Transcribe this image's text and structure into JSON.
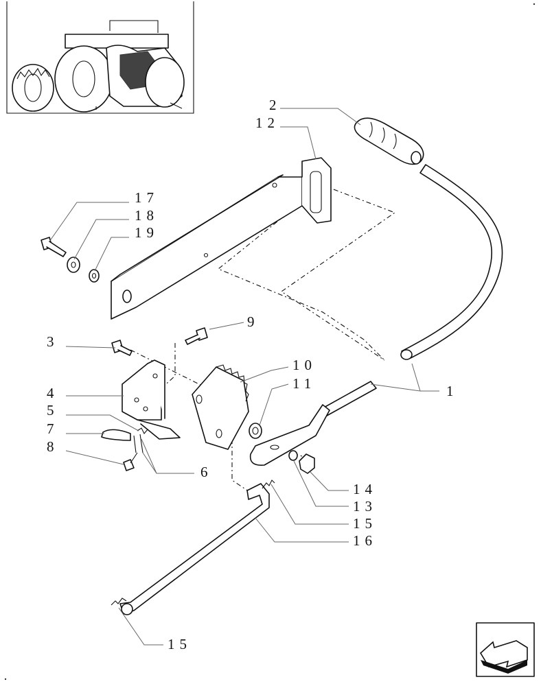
{
  "diagram": {
    "callouts": [
      {
        "id": "c1",
        "text": "1"
      },
      {
        "id": "c2",
        "text": "2"
      },
      {
        "id": "c3",
        "text": "3"
      },
      {
        "id": "c4",
        "text": "4"
      },
      {
        "id": "c5",
        "text": "5"
      },
      {
        "id": "c6",
        "text": "6"
      },
      {
        "id": "c7",
        "text": "7"
      },
      {
        "id": "c8",
        "text": "8"
      },
      {
        "id": "c9",
        "text": "9"
      },
      {
        "id": "c10",
        "text": "10"
      },
      {
        "id": "c11",
        "text": "11"
      },
      {
        "id": "c12",
        "text": "12"
      },
      {
        "id": "c13",
        "text": "13"
      },
      {
        "id": "c14",
        "text": "14"
      },
      {
        "id": "c15a",
        "text": "15"
      },
      {
        "id": "c15b",
        "text": "15"
      },
      {
        "id": "c16",
        "text": "16"
      },
      {
        "id": "c17",
        "text": "17"
      },
      {
        "id": "c18",
        "text": "18"
      },
      {
        "id": "c19",
        "text": "19"
      }
    ]
  },
  "thumbnail": {
    "icon": "tractor-thumbnail-icon"
  },
  "navigation": {
    "icon": "back-arrow-icon"
  }
}
